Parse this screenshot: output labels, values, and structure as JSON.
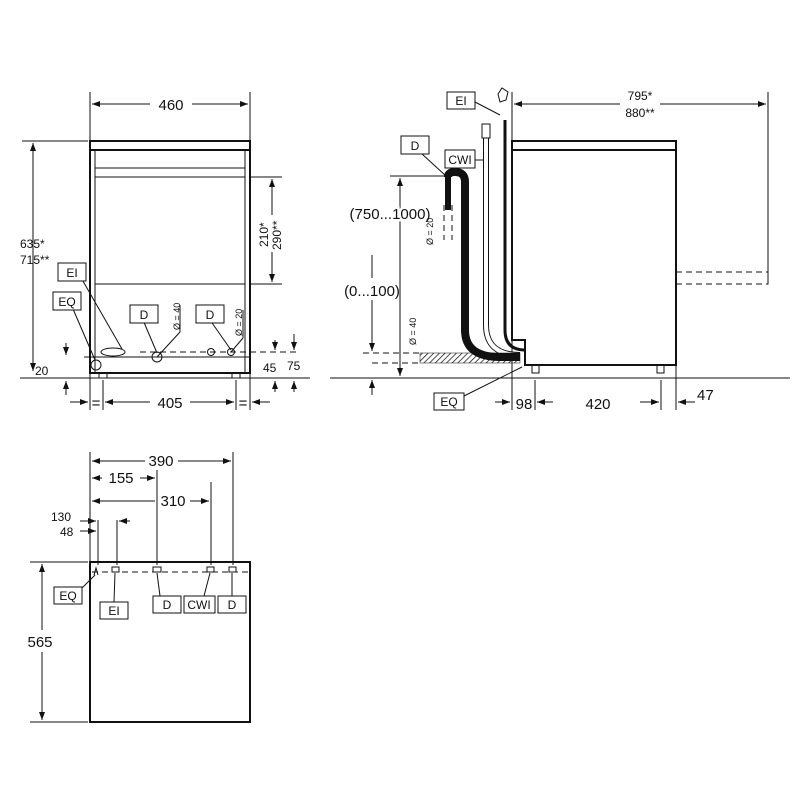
{
  "front_view": {
    "width": "460",
    "height_1": "635*",
    "height_2": "715**",
    "panel_1": "210*",
    "panel_2": "290**",
    "label_ei": "EI",
    "label_eq": "EQ",
    "label_d1": "D",
    "label_d2": "D",
    "dia_40": "Ø = 40",
    "dia_20": "Ø = 20",
    "dim_20": "20",
    "dim_45": "45",
    "dim_75": "75",
    "dim_405": "405",
    "eq_left": "=",
    "eq_right": "="
  },
  "side_view": {
    "depth_1": "795*",
    "depth_2": "880**",
    "label_ei": "EI",
    "label_d": "D",
    "label_cwi": "CWI",
    "label_eq": "EQ",
    "drain_height": "(750...1000)",
    "floor_range": "(0...100)",
    "dia_20": "Ø = 20",
    "dia_40": "Ø = 40",
    "dim_98": "98",
    "dim_420": "420",
    "dim_47": "47"
  },
  "bottom_view": {
    "dim_390": "390",
    "dim_155": "155",
    "dim_310": "310",
    "dim_130": "130",
    "dim_48": "48",
    "dim_565": "565",
    "label_eq": "EQ",
    "label_ei": "EI",
    "label_d1": "D",
    "label_cwi": "CWI",
    "label_d2": "D"
  }
}
